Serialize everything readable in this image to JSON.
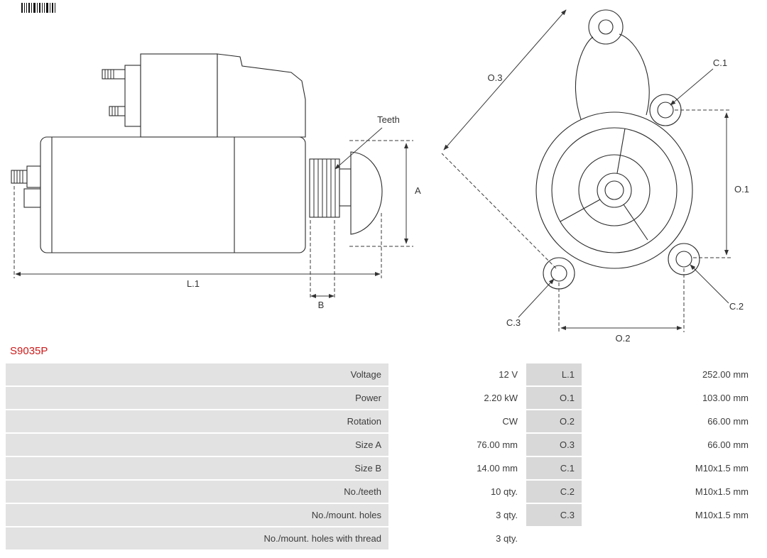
{
  "part_number": "S9035P",
  "colors": {
    "part_number_red": "#cc1a1a",
    "table_label_bg": "#e2e2e2",
    "table_dim_bg": "#d8d8d8",
    "drawing_line": "#2b2b2b"
  },
  "diagram": {
    "side_view": {
      "teeth_label": "Teeth",
      "dim_l1": "L.1",
      "dim_a": "A",
      "dim_b": "B"
    },
    "front_view": {
      "dim_o1": "O.1",
      "dim_o2": "O.2",
      "dim_o3": "O.3",
      "dim_c1": "C.1",
      "dim_c2": "C.2",
      "dim_c3": "C.3"
    }
  },
  "table": {
    "rows": [
      {
        "label": "Voltage",
        "value": "12 V",
        "dim": "L.1",
        "dim_value": "252.00 mm"
      },
      {
        "label": "Power",
        "value": "2.20 kW",
        "dim": "O.1",
        "dim_value": "103.00 mm"
      },
      {
        "label": "Rotation",
        "value": "CW",
        "dim": "O.2",
        "dim_value": "66.00 mm"
      },
      {
        "label": "Size A",
        "value": "76.00 mm",
        "dim": "O.3",
        "dim_value": "66.00 mm"
      },
      {
        "label": "Size B",
        "value": "14.00 mm",
        "dim": "C.1",
        "dim_value": "M10x1.5 mm"
      },
      {
        "label": "No./teeth",
        "value": "10 qty.",
        "dim": "C.2",
        "dim_value": "M10x1.5 mm"
      },
      {
        "label": "No./mount. holes",
        "value": "3 qty.",
        "dim": "C.3",
        "dim_value": "M10x1.5 mm"
      },
      {
        "label": "No./mount. holes with thread",
        "value": "3 qty.",
        "dim": "",
        "dim_value": ""
      }
    ]
  }
}
